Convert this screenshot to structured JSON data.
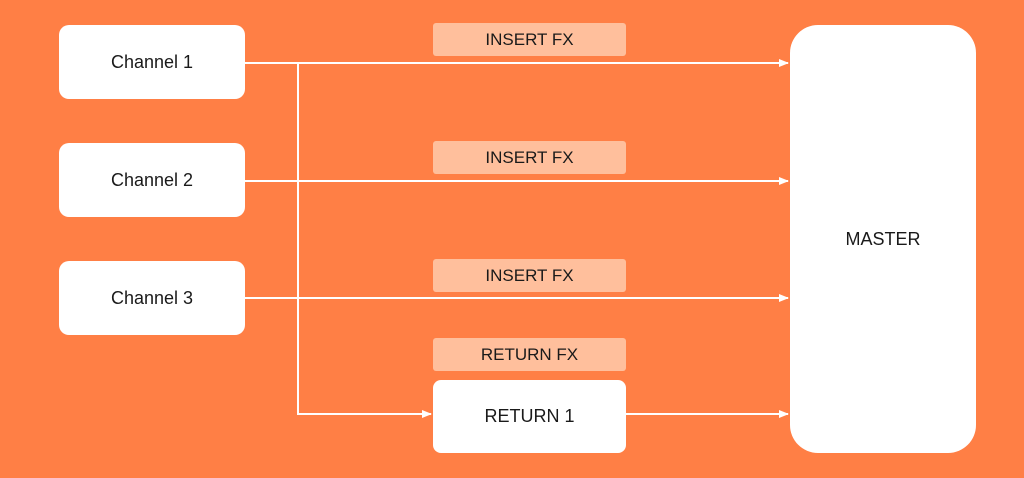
{
  "channels": [
    {
      "label": "Channel 1"
    },
    {
      "label": "Channel 2"
    },
    {
      "label": "Channel 3"
    }
  ],
  "insert_fx": [
    {
      "label": "INSERT FX"
    },
    {
      "label": "INSERT FX"
    },
    {
      "label": "INSERT FX"
    }
  ],
  "return_fx": {
    "label": "RETURN FX"
  },
  "return_bus": {
    "label": "RETURN 1"
  },
  "master": {
    "label": "MASTER"
  },
  "colors": {
    "background": "#ff7f45",
    "box": "#ffffff",
    "fx_label": "#ffbf9c",
    "wire": "#ffffff"
  }
}
